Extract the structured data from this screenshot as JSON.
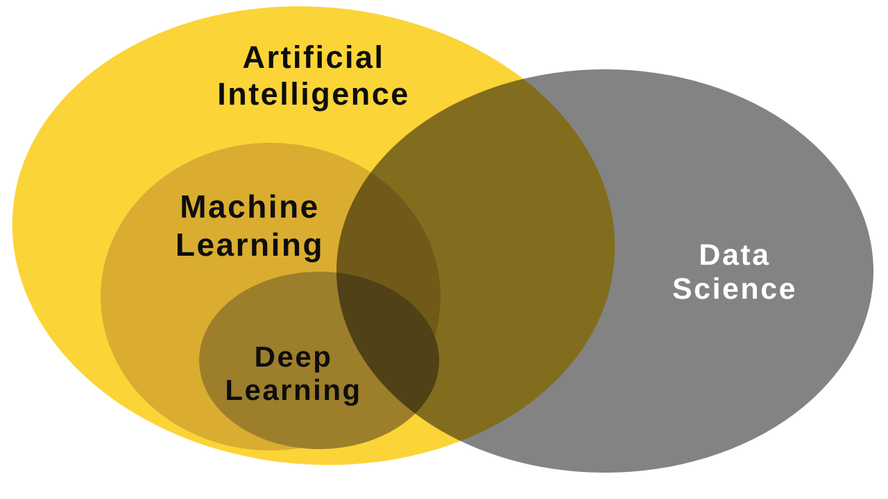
{
  "diagram": {
    "type": "venn",
    "background_color": "#ffffff",
    "sets": [
      {
        "name": "Artificial Intelligence",
        "label_lines": [
          "Artificial",
          "Intelligence"
        ],
        "fill_color": "#FBD437",
        "label_color": "#0d0d0d"
      },
      {
        "name": "Machine Learning",
        "label_lines": [
          "Machine",
          "Learning"
        ],
        "fill_color": "#DAAD30",
        "label_color": "#0d0d0d"
      },
      {
        "name": "Deep Learning",
        "label_lines": [
          "Deep",
          "Learning"
        ],
        "fill_color": "#9D7E2B",
        "label_color": "#0d0d0d"
      },
      {
        "name": "Data Science",
        "label_lines": [
          "Data",
          "Science"
        ],
        "fill_color": "#838383",
        "label_color": "#ffffff"
      }
    ],
    "relationships": [
      "Deep Learning is nested inside Machine Learning",
      "Machine Learning is nested inside Artificial Intelligence",
      "Data Science overlaps Artificial Intelligence, Machine Learning and Deep Learning"
    ]
  }
}
